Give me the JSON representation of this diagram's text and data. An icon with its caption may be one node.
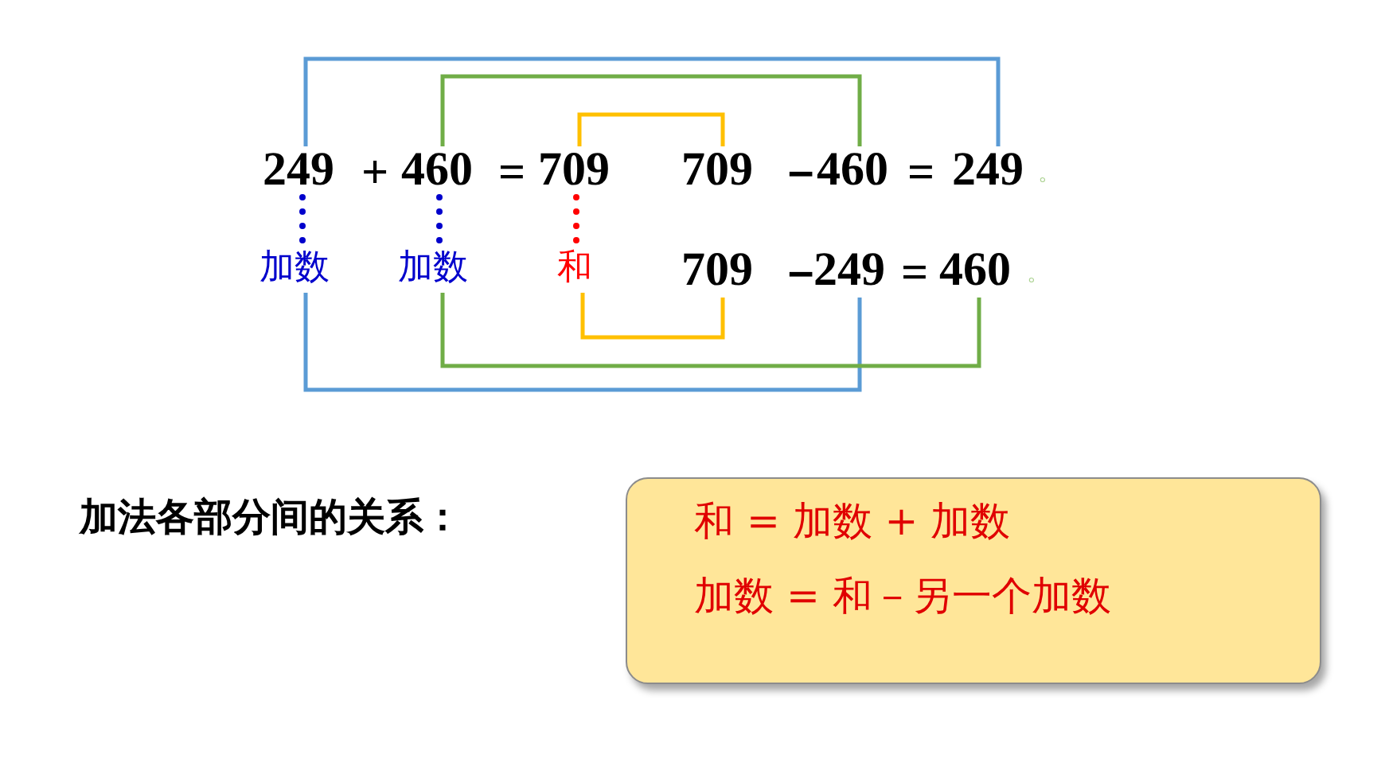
{
  "diagram": {
    "nodes": [
      {
        "text": [
          "249"
        ]
      },
      {
        "text": [
          "460"
        ]
      },
      {
        "text": [
          "709"
        ]
      },
      {
        "text": [
          "709"
        ]
      },
      {
        "text": [
          "460"
        ]
      },
      {
        "text": [
          "249"
        ]
      },
      {
        "text": [
          "709"
        ]
      },
      {
        "text": [
          "249"
        ]
      },
      {
        "text": [
          "460"
        ]
      },
      {
        "text": [
          "加数"
        ]
      },
      {
        "text": [
          "加数"
        ]
      },
      {
        "text": [
          "和"
        ]
      },
      {
        "text": [
          "和 = 加数 + 加数",
          "加数 = 和－另一个加数"
        ]
      }
    ],
    "edges": [
      {
        "from": 0,
        "to": 5,
        "arrow": "none",
        "color": "#5b9bd5"
      },
      {
        "from": 9,
        "to": 7,
        "arrow": "none",
        "color": "#5b9bd5"
      },
      {
        "from": 1,
        "to": 4,
        "arrow": "none",
        "color": "#70ad47"
      },
      {
        "from": 10,
        "to": 8,
        "arrow": "none",
        "color": "#70ad47"
      },
      {
        "from": 2,
        "to": 3,
        "arrow": "none",
        "color": "#ffc000"
      },
      {
        "from": 11,
        "to": 6,
        "arrow": "none",
        "color": "#ffc000"
      },
      {
        "from": 0,
        "to": 9,
        "arrow": "none",
        "style": "dashed",
        "color": "#0000cc"
      },
      {
        "from": 1,
        "to": 10,
        "arrow": "none",
        "style": "dashed",
        "color": "#0000cc"
      },
      {
        "from": 2,
        "to": 11,
        "arrow": "none",
        "style": "dashed",
        "color": "#ff0000"
      }
    ],
    "labels": [
      "+",
      "=",
      "－",
      "=",
      "。",
      "－",
      "=",
      "。",
      "加法各部分间的关系："
    ]
  }
}
